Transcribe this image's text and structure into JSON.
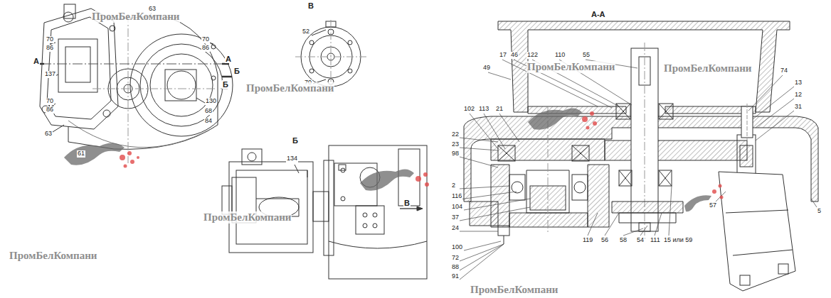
{
  "diagram": {
    "labels": [
      "63",
      "70",
      "86",
      "А",
      "137",
      "70",
      "86",
      "63",
      "70",
      "86",
      "А",
      "Б",
      "Б",
      "130",
      "68",
      "84",
      "61",
      "ПромБелКомпани",
      "В",
      "52",
      "70",
      "ПромБелКомпани",
      "Б",
      "134",
      "В",
      "ПромБелКомпани",
      "ПромБелКомпани",
      "А-А",
      "17",
      "46",
      "122",
      "110",
      "55",
      "ПромБелКомпани",
      "ПромБелКомпани",
      "49",
      "102",
      "113",
      "21",
      "22",
      "23",
      "98",
      "2",
      "116",
      "104",
      "37",
      "24",
      "100",
      "72",
      "88",
      "91",
      "74",
      "13",
      "12",
      "31",
      "5",
      "57",
      "119",
      "56",
      "58",
      "54",
      "111",
      "15 или 59",
      "ПромБелКомпани"
    ]
  }
}
